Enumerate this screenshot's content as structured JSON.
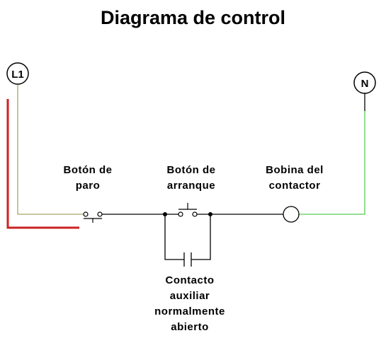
{
  "title": "Diagrama de control",
  "terminals": {
    "line": "L1",
    "neutral": "N"
  },
  "components": {
    "stop_button": {
      "line1": "Botón de",
      "line2": "paro"
    },
    "start_button": {
      "line1": "Botón de",
      "line2": "arranque"
    },
    "coil": {
      "line1": "Bobina del",
      "line2": "contactor"
    },
    "aux_contact": {
      "line1": "Contacto",
      "line2": "auxiliar",
      "line3": "normalmente",
      "line4": "abierto"
    }
  },
  "colors": {
    "line_wire": "#a8a464",
    "neutral_wire": "#55cc55",
    "red_wire": "#cc2222",
    "circuit": "#000000"
  }
}
